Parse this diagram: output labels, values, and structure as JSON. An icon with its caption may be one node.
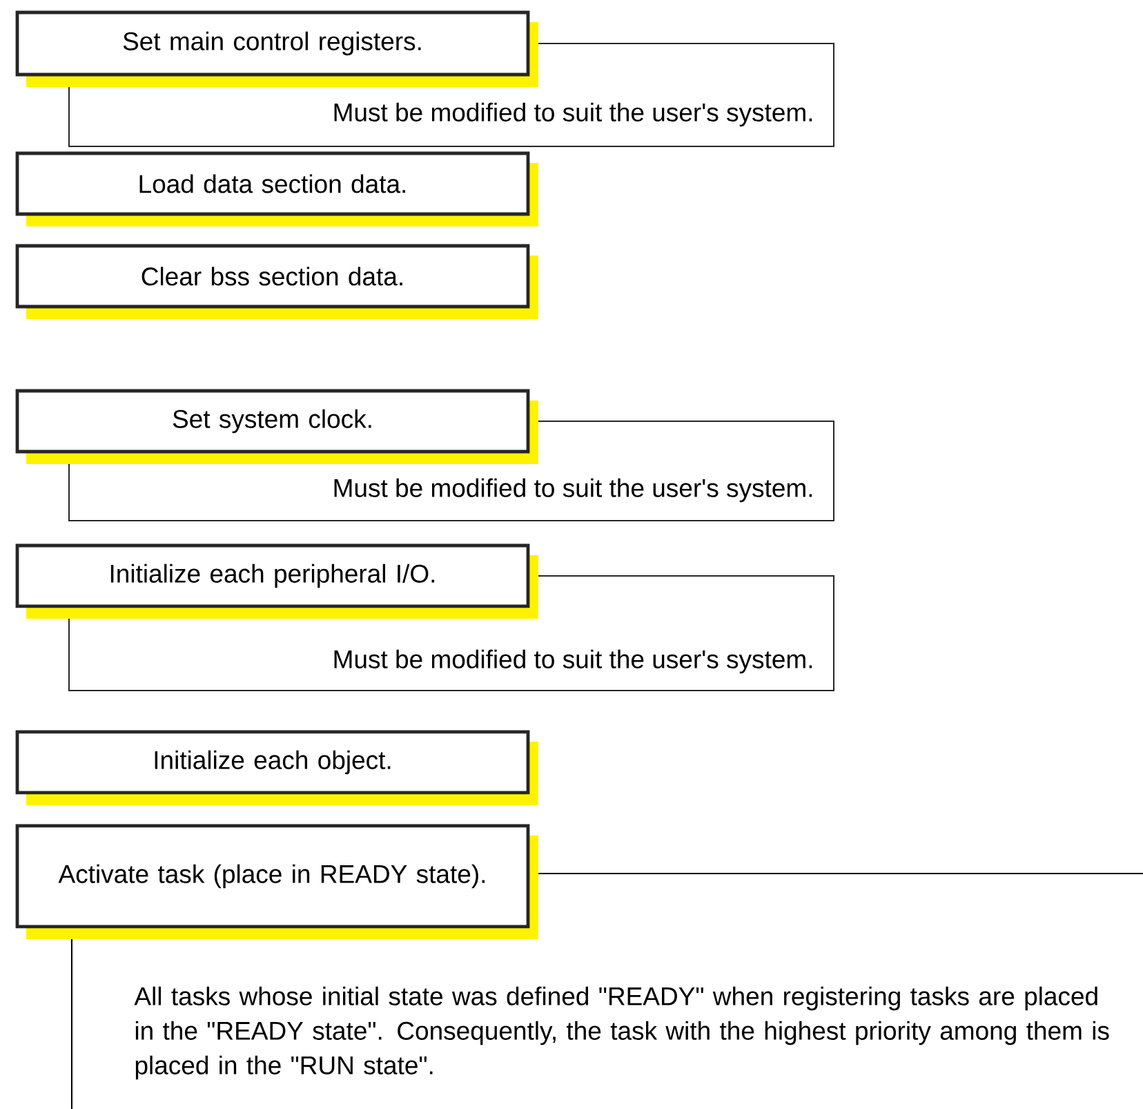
{
  "diagram": {
    "nodes": [
      {
        "text": [
          "Set main control registers."
        ]
      },
      {
        "text": [
          "Load data section data."
        ]
      },
      {
        "text": [
          "Clear bss section data."
        ]
      },
      {
        "text": [
          "Set system clock."
        ]
      },
      {
        "text": [
          "Initialize each peripheral I/O."
        ]
      },
      {
        "text": [
          "Initialize each object."
        ]
      },
      {
        "text": [
          "Activate task (place in READY state)."
        ]
      }
    ],
    "labels": [
      "Must be modified to suit the user's system.",
      "Must be modified to suit the user's system.",
      "Must be modified to suit the user's system.",
      "All tasks whose initial state was defined \"READY\" when registering tasks are placed in the \"READY state\".  Consequently, the task with the highest priority among them is placed in the \"RUN state\"."
    ]
  }
}
